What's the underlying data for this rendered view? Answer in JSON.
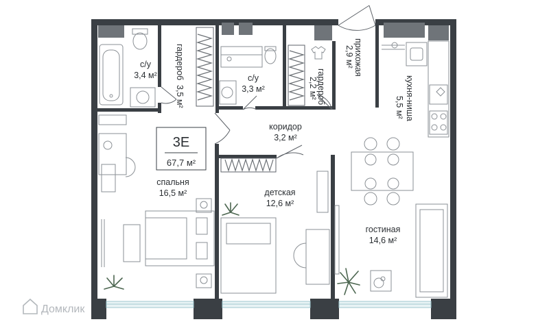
{
  "apartment": {
    "type_label": "3E",
    "area_label": "67,7 м²"
  },
  "rooms": [
    {
      "id": "bath1",
      "name": "с/у",
      "area": "3,4 м²"
    },
    {
      "id": "ward1",
      "name": "гардероб",
      "area": "3,5 м²"
    },
    {
      "id": "bath2",
      "name": "с/у",
      "area": "3,3 м²"
    },
    {
      "id": "ward2",
      "name": "гардероб",
      "area": "2,2 м²"
    },
    {
      "id": "hall",
      "name": "прихожая",
      "area": "2,9 м²"
    },
    {
      "id": "kitchen",
      "name": "кухня-ниша",
      "area": "5,5 м²"
    },
    {
      "id": "corridor",
      "name": "коридор",
      "area": "3,2 м²"
    },
    {
      "id": "bedroom",
      "name": "спальня",
      "area": "16,5 м²"
    },
    {
      "id": "kids",
      "name": "детская",
      "area": "12,6 м²"
    },
    {
      "id": "living",
      "name": "гостиная",
      "area": "14,6 м²"
    }
  ],
  "watermark": {
    "text": "Домклик"
  },
  "colors": {
    "wall": "#3a3f44",
    "window": "#6f7479",
    "glass": "#e8f3f5",
    "text": "#2b2f33"
  }
}
